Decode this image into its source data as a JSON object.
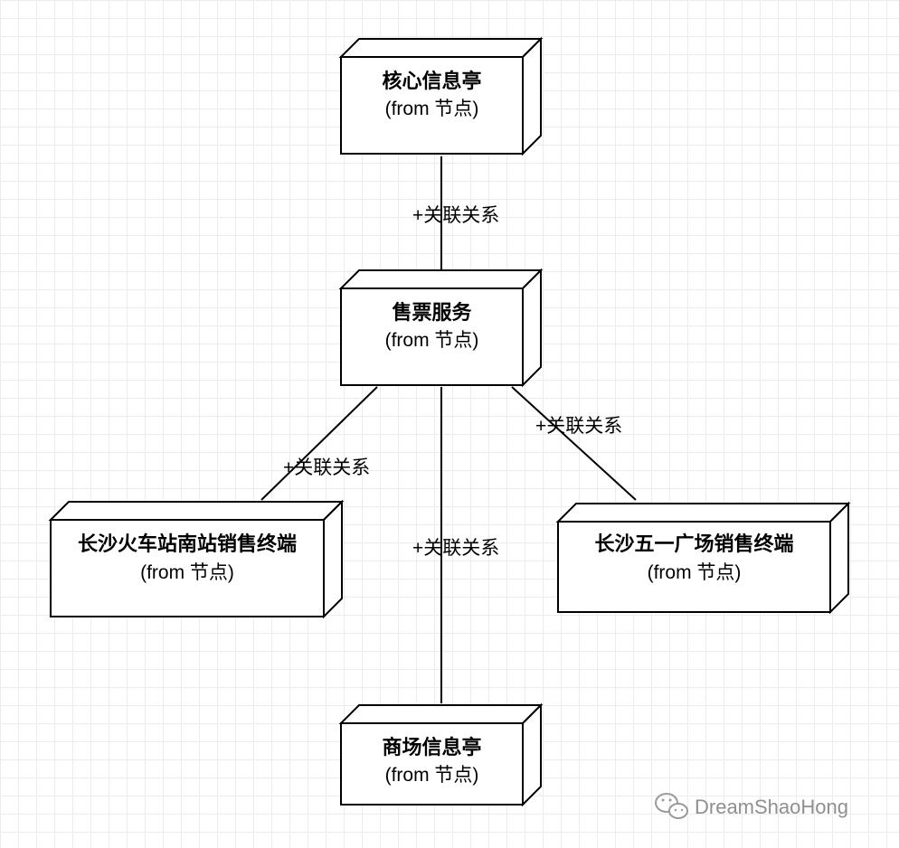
{
  "nodes": {
    "core_kiosk": {
      "title": "核心信息亭",
      "subtitle": "(from 节点)"
    },
    "ticket_service": {
      "title": "售票服务",
      "subtitle": "(from 节点)"
    },
    "south_station_terminal": {
      "title": "长沙火车站南站销售终端",
      "subtitle": "(from 节点)"
    },
    "wuyi_square_terminal": {
      "title": "长沙五一广场销售终端",
      "subtitle": "(from 节点)"
    },
    "mall_kiosk": {
      "title": "商场信息亭",
      "subtitle": "(from 节点)"
    }
  },
  "edges": [
    {
      "from": "core_kiosk",
      "to": "ticket_service",
      "label": "+关联关系"
    },
    {
      "from": "ticket_service",
      "to": "south_station_terminal",
      "label": "+关联关系"
    },
    {
      "from": "ticket_service",
      "to": "mall_kiosk",
      "label": "+关联关系"
    },
    {
      "from": "ticket_service",
      "to": "wuyi_square_terminal",
      "label": "+关联关系"
    }
  ],
  "watermark": {
    "text": "DreamShaoHong",
    "icon": "wechat-icon"
  }
}
